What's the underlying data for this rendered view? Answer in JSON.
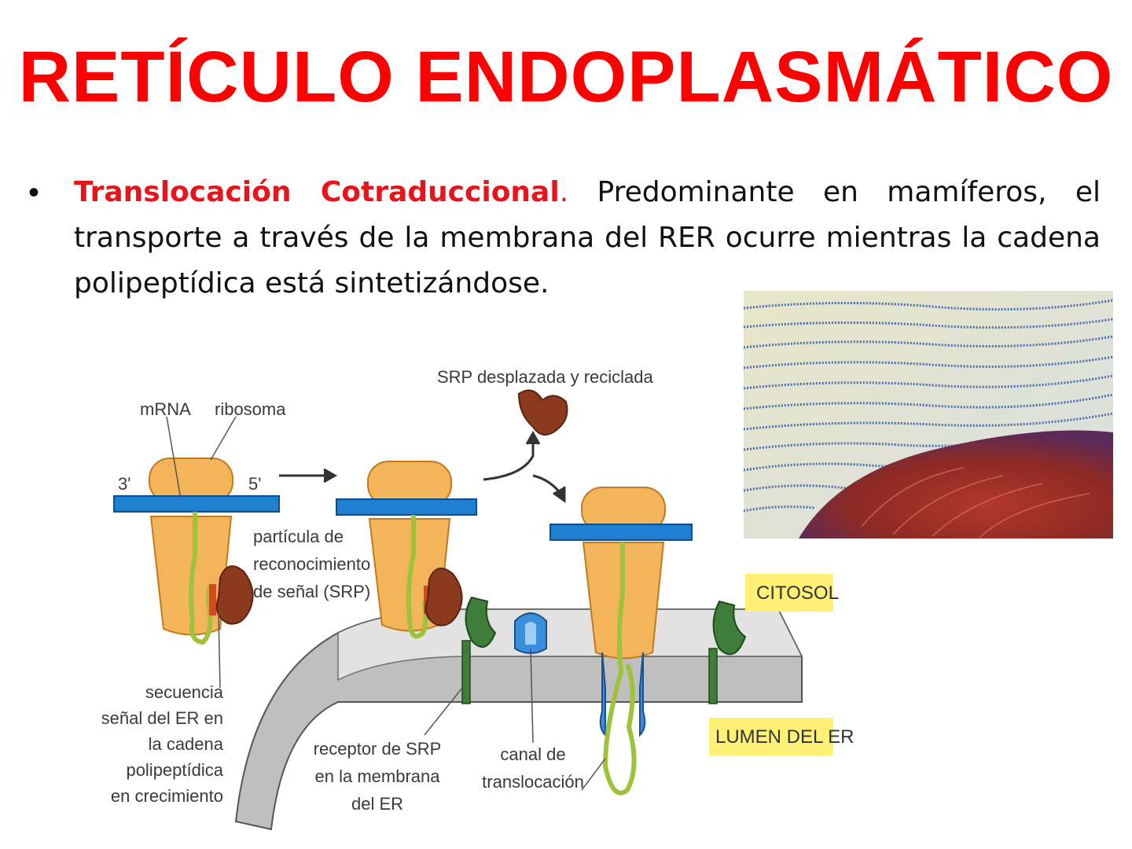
{
  "slide": {
    "title": "RETÍCULO ENDOPLASMÁTICO",
    "bullet": {
      "keyword": "Translocación Cotraduccional",
      "keyword_punct": ".",
      "text": " Predominante en mamíferos, el transporte a través de la membrana del RER ocurre mientras la cadena polipeptídica está sintetizándose."
    }
  },
  "diagram": {
    "labels": {
      "mrna": "mRNA",
      "ribosome": "ribosoma",
      "three_prime": "3'",
      "five_prime": "5'",
      "srp_line1": "partícula de",
      "srp_line2": "reconocimiento",
      "srp_line3": "de señal (SRP)",
      "srp_displaced": "SRP desplazada y reciclada",
      "cytosol": "CITOSOL",
      "er_lumen": "LUMEN DEL ER",
      "signal_l1": "secuencia",
      "signal_l2": "señal del ER en",
      "signal_l3": "la cadena",
      "signal_l4": "polipeptídica",
      "signal_l5": "en crecimiento",
      "receptor_l1": "receptor de SRP",
      "receptor_l2": "en la membrana",
      "receptor_l3": "del ER",
      "channel_l1": "canal de",
      "channel_l2": "translocación"
    },
    "colors": {
      "ribosome": "#f3b45a",
      "mrna": "#1f7fd0",
      "srp": "#8b3a1e",
      "receptor": "#3f7d3a",
      "channel": "#3a8fdc",
      "membrane": "#bdbdbd",
      "label_box": "#fff176",
      "title": "#ff0000"
    }
  }
}
